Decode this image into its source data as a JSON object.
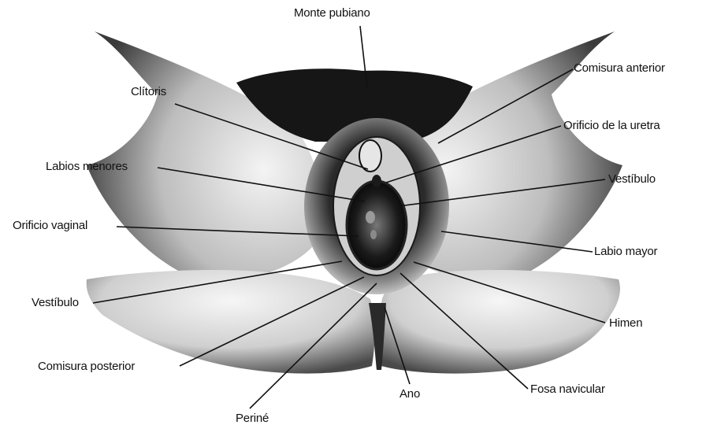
{
  "labels": {
    "monte_pubiano": "Monte pubiano",
    "comisura_anterior": "Comisura anterior",
    "clitoris": "Clítoris",
    "orificio_uretra": "Orificio de la uretra",
    "labios_menores": "Labios menores",
    "vestibulo_right": "Vestíbulo",
    "orificio_vaginal": "Orificio vaginal",
    "labio_mayor": "Labio mayor",
    "vestibulo_left": "Vestíbulo",
    "himen": "Himen",
    "comisura_posterior": "Comisura posterior",
    "fosa_navicular": "Fosa navicular",
    "ano": "Ano",
    "perine": "Periné"
  },
  "colors": {
    "ink": "#111111",
    "skin_light": "#e4e4e4",
    "skin_shadow": "#555555",
    "dark_region": "#151515"
  }
}
